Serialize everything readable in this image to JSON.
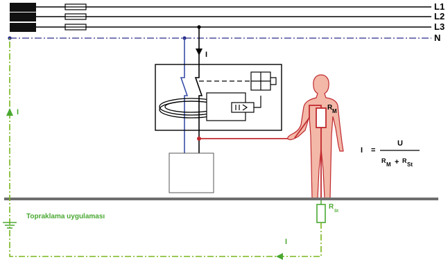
{
  "phases": {
    "l1": "L1",
    "l2": "L2",
    "l3": "L3",
    "n": "N"
  },
  "current_labels": {
    "device": "I",
    "return_path": "I",
    "bottom_path": "I"
  },
  "resistances": {
    "body_main": "R",
    "body_sub": "M",
    "ground_main": "R",
    "ground_sub": "St"
  },
  "formula": {
    "lhs": "I",
    "equals": "=",
    "numerator": "U",
    "den_r1": "R",
    "den_sub1": "M",
    "den_plus": "+",
    "den_r2": "R",
    "den_sub2": "St"
  },
  "grounding_label": "Topraklama uygulaması",
  "colors": {
    "line": "#000000",
    "neutral": "#2a2a8a",
    "earth": "#7ab51d",
    "earth_text": "#4aa832",
    "fault": "#c0282e",
    "body_fill": "#f3b8a8",
    "body_stroke": "#c0282e",
    "ground_bar": "#6e6e6e",
    "conductor_blue": "#3a4fa8"
  }
}
